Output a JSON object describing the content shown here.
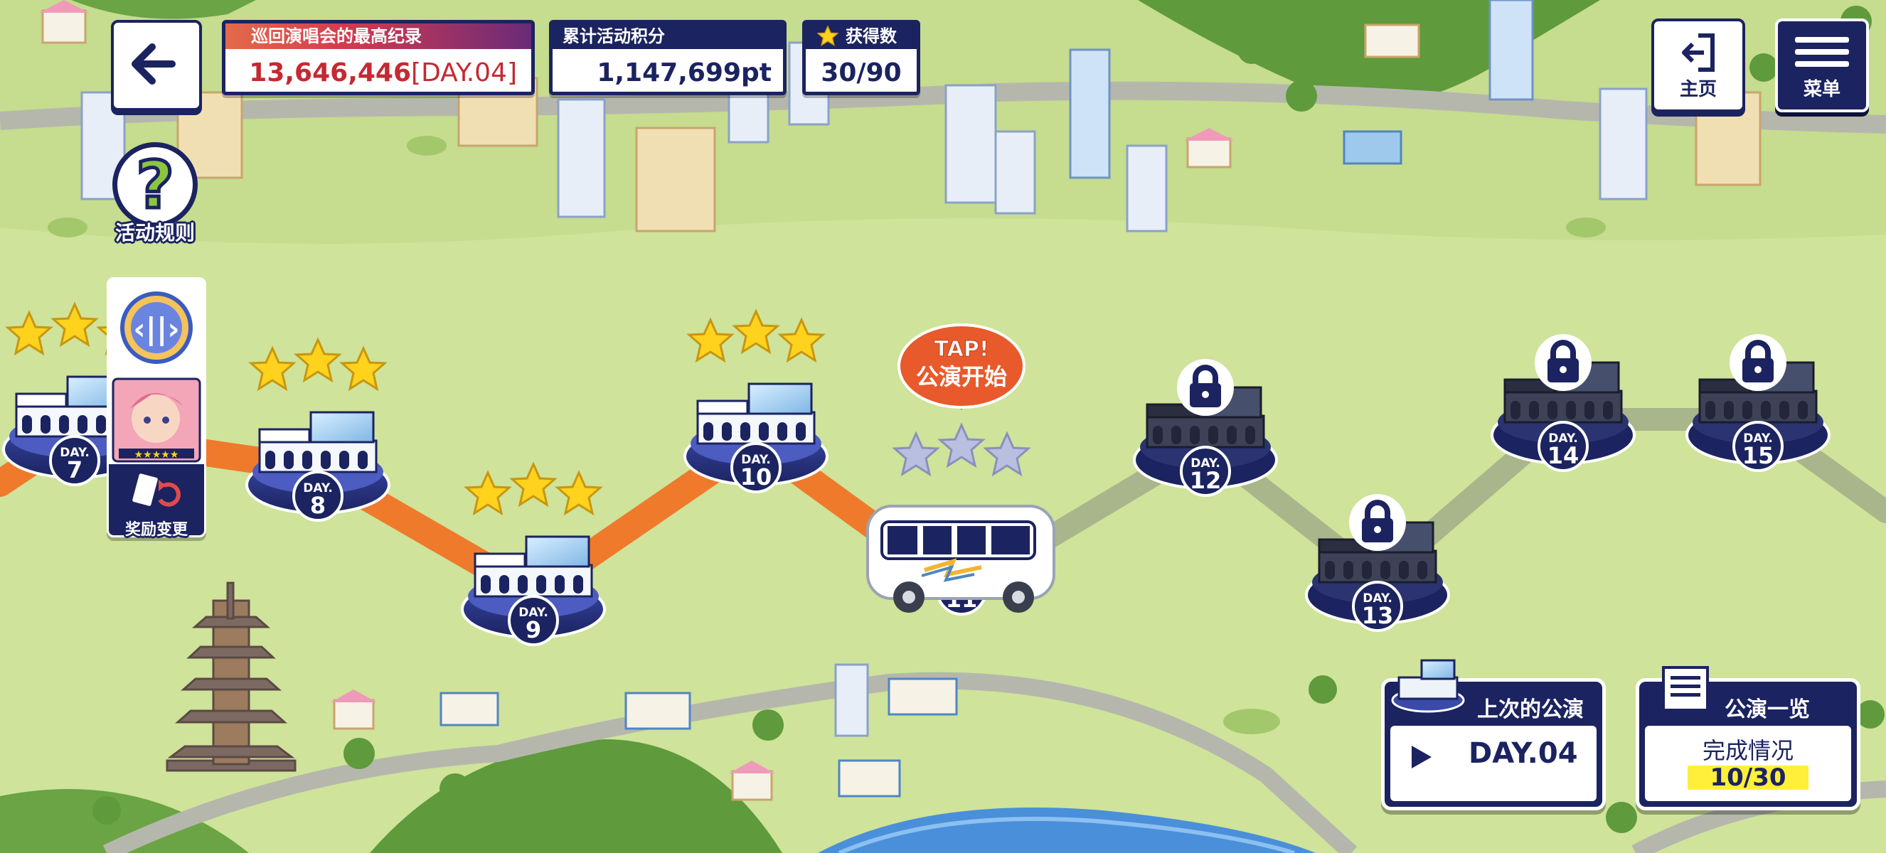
{
  "hud": {
    "best_record": {
      "label": "巡回演唱会的最高纪录",
      "value": "13,646,446",
      "day": "[DAY.04]"
    },
    "total_points": {
      "label": "累计活动积分",
      "value": "1,147,699pt"
    },
    "stars_earned": {
      "label": "获得数",
      "value": "30/90"
    },
    "home_label": "主页",
    "menu_label": "菜单"
  },
  "side": {
    "rules_label": "活动规则",
    "reward_change_label": "奖励变更"
  },
  "tap_bubble": {
    "line1": "TAP!",
    "line2": "公演开始"
  },
  "day_prefix": "DAY.",
  "stages": [
    {
      "day": "7",
      "stars": 3,
      "locked": false
    },
    {
      "day": "8",
      "stars": 3,
      "locked": false
    },
    {
      "day": "9",
      "stars": 3,
      "locked": false
    },
    {
      "day": "10",
      "stars": 3,
      "locked": false
    },
    {
      "day": "11",
      "stars": 0,
      "locked": false,
      "current": true
    },
    {
      "day": "12",
      "stars": 0,
      "locked": true
    },
    {
      "day": "13",
      "stars": 0,
      "locked": true
    },
    {
      "day": "14",
      "stars": 0,
      "locked": true
    },
    {
      "day": "15",
      "stars": 0,
      "locked": true
    }
  ],
  "last_performance": {
    "title": "上次的公演",
    "day": "DAY.04"
  },
  "performance_list": {
    "title": "公演一览",
    "status_label": "完成情况",
    "status_value": "10/30"
  },
  "colors": {
    "navy": "#1b2360",
    "route_done": "#ef7a2c",
    "route_locked": "#a9b58a",
    "star": "#ffd21e",
    "grass": "#cfe39a"
  }
}
